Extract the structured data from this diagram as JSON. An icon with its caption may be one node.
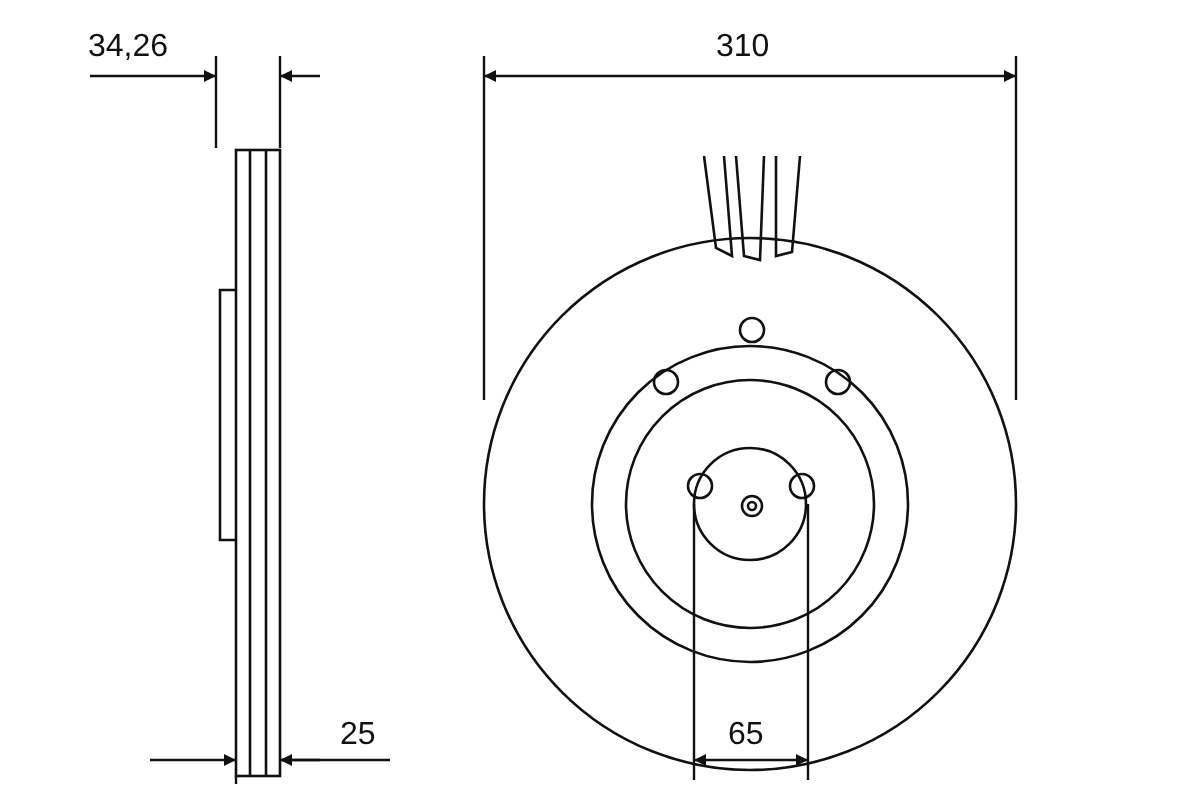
{
  "diagram": {
    "labels": [
      "34,26",
      "310",
      "25",
      "65"
    ]
  }
}
